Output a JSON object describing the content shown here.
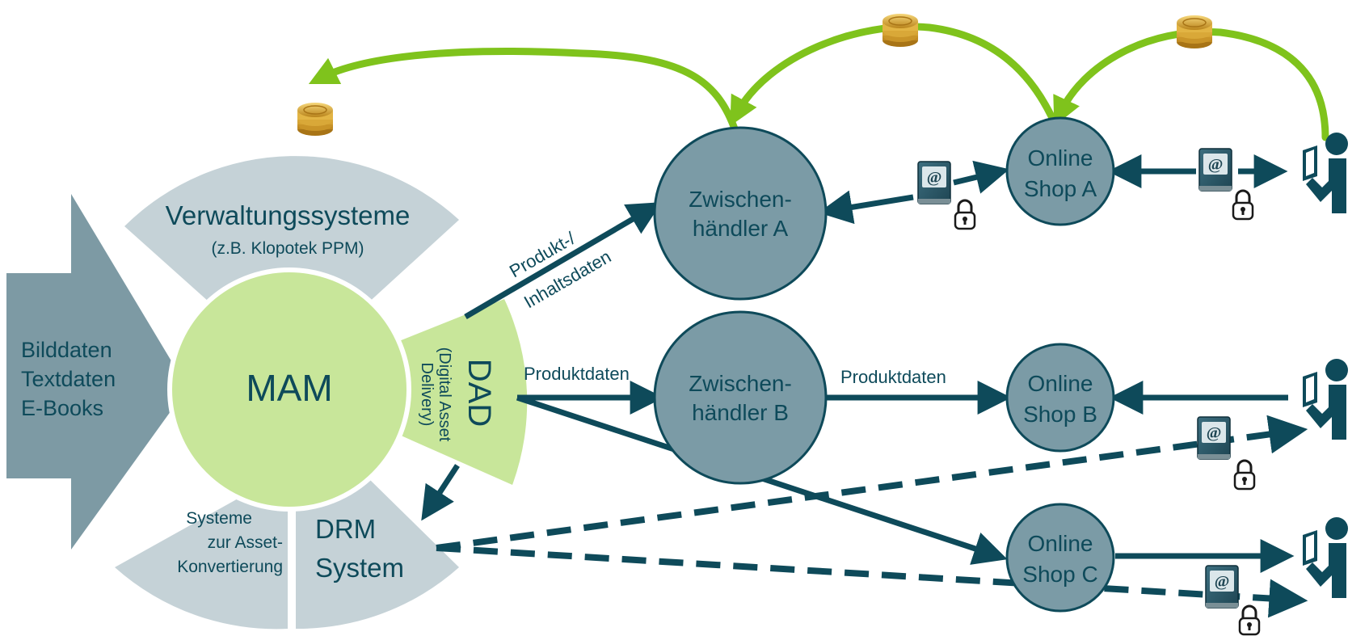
{
  "colors": {
    "dark_teal": "#0e4a5a",
    "node_fill": "#7b9ba6",
    "node_stroke": "#0e4a5a",
    "sector_grey": "#c5d2d7",
    "input_arrow": "#7d9aa4",
    "mam_green": "#c8e69a",
    "money_arrow": "#7fc31c",
    "coin_gold": "#d7a630"
  },
  "left_input": {
    "lines": [
      "Bilddaten",
      "Textdaten",
      "E-Books"
    ]
  },
  "mam": {
    "label": "MAM"
  },
  "sectors": {
    "verwaltung": {
      "title": "Verwaltungssysteme",
      "subtitle": "(z.B. Klopotek PPM)"
    },
    "dad": {
      "title": "DAD",
      "sub_lines": [
        "(Digital Asset",
        "Delivery)"
      ]
    },
    "drm": {
      "lines": [
        "DRM",
        "System"
      ]
    },
    "konvertierung": {
      "lines": [
        "Systeme",
        "zur Asset-",
        "Konvertierung"
      ]
    }
  },
  "flow_labels": {
    "produkt_inhalt_1": "Produkt-/",
    "produkt_inhalt_2": "Inhaltsdaten",
    "produktdaten_dad": "Produktdaten",
    "produktdaten_b": "Produktdaten"
  },
  "nodes": {
    "zw_a": [
      "Zwischen-",
      "händler A"
    ],
    "zw_b": [
      "Zwischen-",
      "händler B"
    ],
    "shop_a": [
      "Online",
      "Shop A"
    ],
    "shop_b": [
      "Online",
      "Shop B"
    ],
    "shop_c": [
      "Online",
      "Shop C"
    ]
  },
  "icons": {
    "coin": "coin-stack-icon",
    "ebook": "ebook-at-icon",
    "lock": "padlock-icon",
    "reader": "reader-person-icon"
  }
}
